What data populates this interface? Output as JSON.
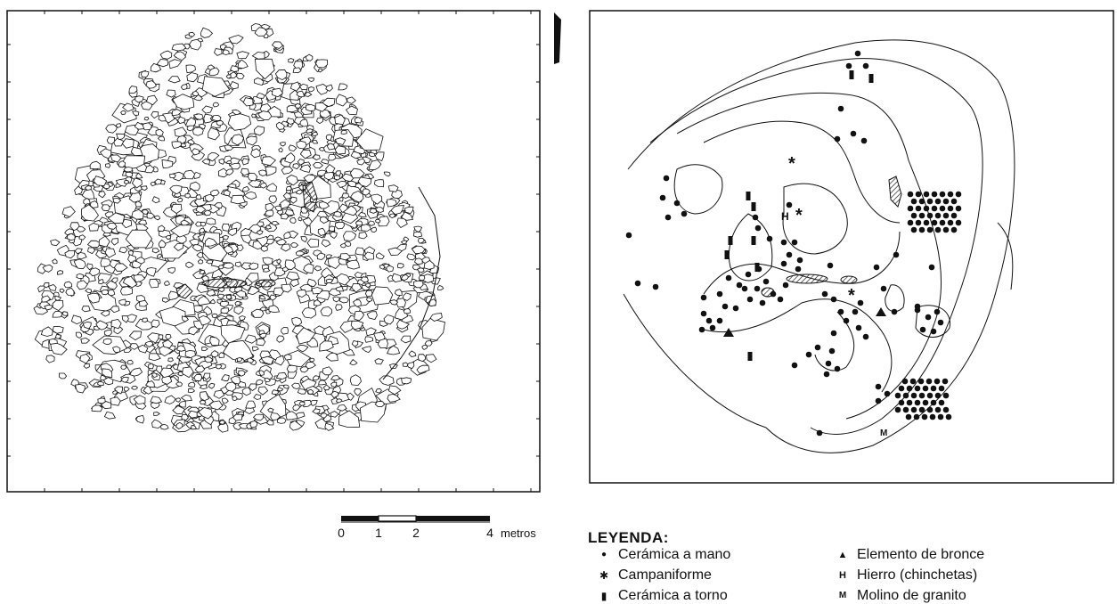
{
  "scale_bar": {
    "ticks": [
      "0",
      "1",
      "2",
      "4"
    ],
    "unit": "metros"
  },
  "legend": {
    "title": "LEYENDA:",
    "items": [
      {
        "symbol": "dot",
        "glyph": "●",
        "label": "Cerámica a mano"
      },
      {
        "symbol": "asterisk",
        "glyph": "✱",
        "label": "Campaniforme"
      },
      {
        "symbol": "bar",
        "glyph": "▮",
        "label": "Cerámica a torno"
      },
      {
        "symbol": "triangle",
        "glyph": "▲",
        "label": "Elemento de bronce"
      },
      {
        "symbol": "H",
        "glyph": "H",
        "label": "Hierro (chinchetas)"
      },
      {
        "symbol": "M",
        "glyph": "M",
        "label": "Molino de granito"
      }
    ]
  },
  "map_symbols": {
    "hierro": "H",
    "molino": "M",
    "campaniforme": "*"
  },
  "colors": {
    "ink": "#111111",
    "paper": "#ffffff"
  }
}
